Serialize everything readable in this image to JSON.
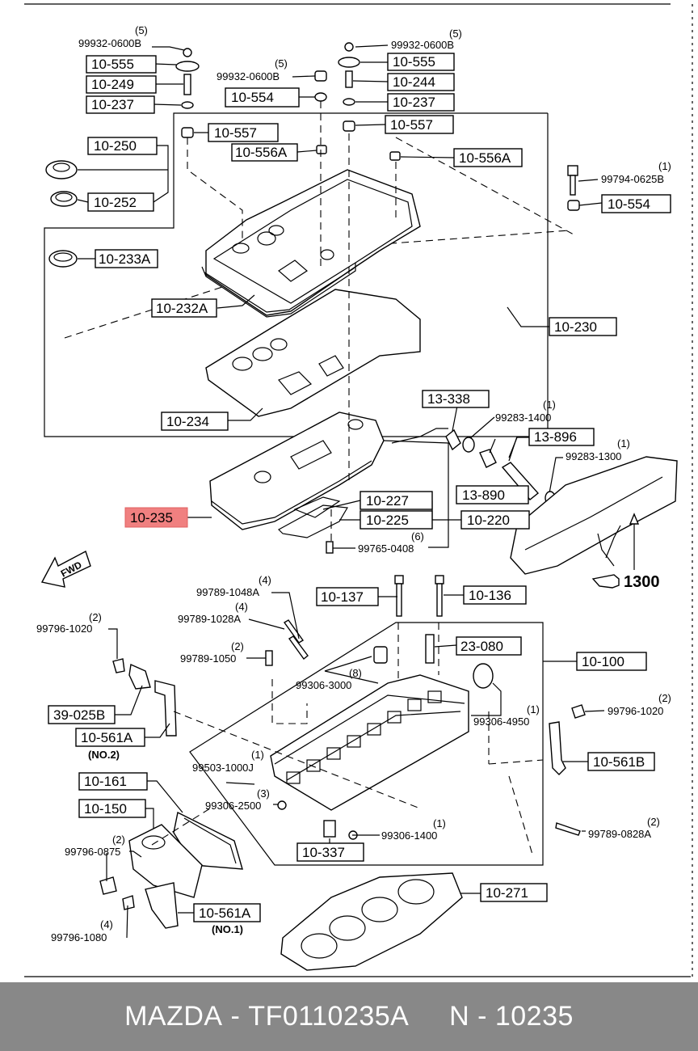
{
  "footer": {
    "brand": "MAZDA",
    "part_number": "TF0110235A",
    "ref": "N - 10235"
  },
  "colors": {
    "highlight": "#f08080",
    "footer_bg": "#888888"
  },
  "callouts": {
    "c10_555a": "10-555",
    "c10_249": "10-249",
    "c10_237a": "10-237",
    "c10_554a": "10-554",
    "c10_555b": "10-555",
    "c10_244": "10-244",
    "c10_237b": "10-237",
    "c10_557a": "10-557",
    "c10_557b": "10-557",
    "c10_556a_a": "10-556A",
    "c10_556a_b": "10-556A",
    "c10_250": "10-250",
    "c10_252": "10-252",
    "c10_233a": "10-233A",
    "c10_554b": "10-554",
    "c10_232a": "10-232A",
    "c10_230": "10-230",
    "c10_234": "10-234",
    "c13_338": "13-338",
    "c13_896": "13-896",
    "c10_227": "10-227",
    "c13_890": "13-890",
    "c10_235": "10-235",
    "c10_225": "10-225",
    "c10_220": "10-220",
    "c10_137": "10-137",
    "c10_136": "10-136",
    "c23_080": "23-080",
    "c10_100": "10-100",
    "c39_025b": "39-025B",
    "c10_561a_a": "10-561A",
    "c10_561b": "10-561B",
    "c10_161": "10-161",
    "c10_150": "10-150",
    "c10_337": "10-337",
    "c10_271": "10-271",
    "c10_561a_b": "10-561A"
  },
  "numbers": {
    "n1": "99932-0600B",
    "n2": "99932-0600B",
    "n3": "99932-0600B",
    "n4": "99794-0625B",
    "n5": "99283-1400",
    "n6": "99283-1300",
    "n7": "99765-0408",
    "n8": "99789-1048A",
    "n9": "99789-1028A",
    "n10": "99796-1020",
    "n11": "99789-1050",
    "n12": "99306-3000",
    "n13": "99306-4950",
    "n14": "99796-1020",
    "n15": "99503-1000J",
    "n16": "99306-2500",
    "n17": "99306-1400",
    "n18": "99789-0828A",
    "n19": "99796-0875",
    "n20": "99796-1080"
  },
  "qty": {
    "q1": "(5)",
    "q2": "(5)",
    "q3": "(5)",
    "q4": "(1)",
    "q5": "(1)",
    "q6": "(1)",
    "q7": "(6)",
    "q8": "(4)",
    "q9": "(4)",
    "q10": "(2)",
    "q11": "(2)",
    "q12": "(8)",
    "q13": "(1)",
    "q14": "(2)",
    "q15": "(1)",
    "q16": "(3)",
    "q17": "(1)",
    "q18": "(2)",
    "q19": "(2)",
    "q20": "(4)"
  },
  "notes": {
    "no2": "(NO.2)",
    "no1": "(NO.1)",
    "fwd": "FWD",
    "ref1300": "1300"
  },
  "icons": [
    "fwd-arrow-icon",
    "pointing-hand-icon"
  ]
}
